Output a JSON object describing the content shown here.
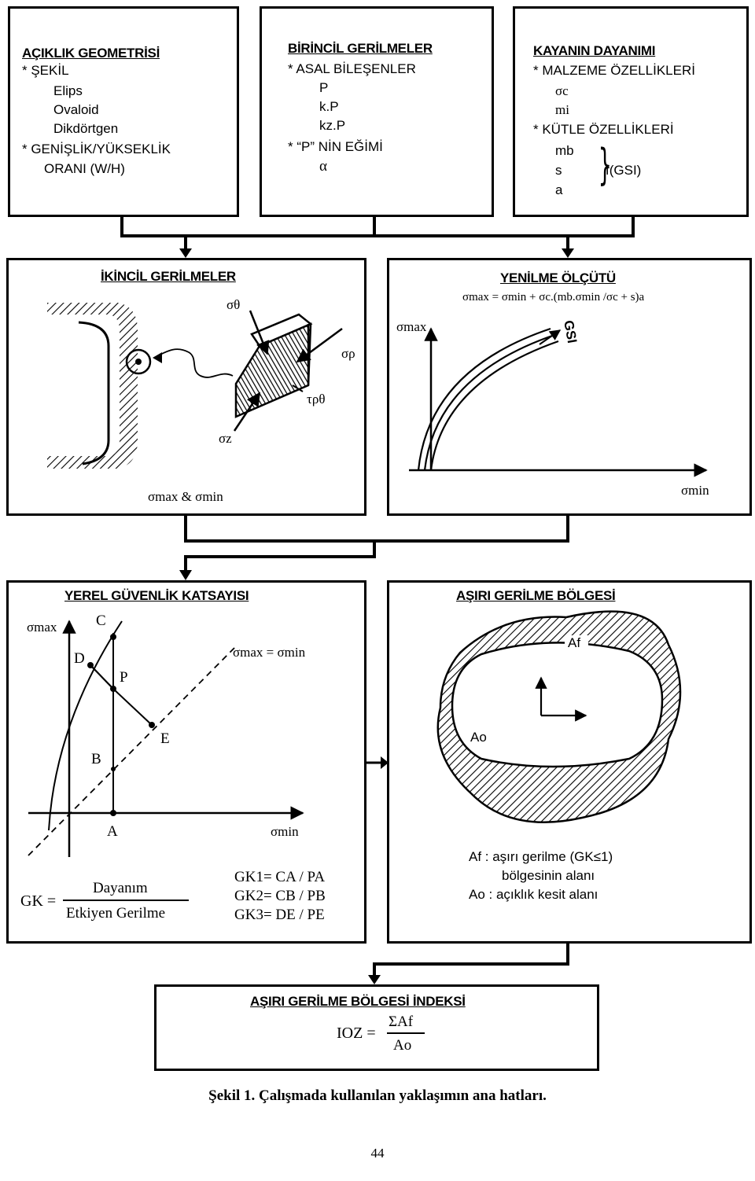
{
  "box1": {
    "heading": "AÇIKLIK GEOMETRİSİ",
    "items": [
      "* ŞEKİL",
      "Elips",
      "Ovaloid",
      "Dikdörtgen",
      "* GENİŞLİK/YÜKSEKLİK",
      "ORANI (W/H)"
    ]
  },
  "box2": {
    "heading": "BİRİNCİL GERİLMELER",
    "items": [
      "* ASAL BİLEŞENLER",
      "P",
      "k.P",
      "kz.P",
      "* “P” NİN EĞİMİ",
      "α"
    ]
  },
  "box3": {
    "heading": "KAYANIN DAYANIMI",
    "items": [
      "* MALZEME ÖZELLİKLERİ",
      "σc",
      "mi",
      "* KÜTLE ÖZELLİKLERİ",
      "mb",
      "s",
      "a"
    ],
    "gsi": "f(GSI)"
  },
  "box4": {
    "heading": "İKİNCİL GERİLMELER",
    "sigma_theta": "σθ",
    "sigma_rho": "σρ",
    "tau": "τρθ",
    "sigma_z": "σz",
    "footer": "σmax & σmin"
  },
  "box5": {
    "heading": "YENİLME ÖLÇÜTÜ",
    "formula": "σmax = σmin + σc.(mb.σmin /σc + s)a",
    "ylabel": "σmax",
    "xlabel": "σmin",
    "curve_label": "GSI"
  },
  "box6": {
    "heading": "YEREL GÜVENLİK KATSAYISI",
    "ylabel": "σmax",
    "xlabel": "σmin",
    "line_label": "σmax = σmin",
    "points": [
      "C",
      "D",
      "P",
      "E",
      "B",
      "A"
    ],
    "gk_lhs": "GK =",
    "gk_num": "Dayanım",
    "gk_den": "Etkiyen Gerilme",
    "gk_defs": [
      "GK1= CA / PA",
      "GK2= CB / PB",
      "GK3= DE / PE"
    ]
  },
  "box7": {
    "heading": "AŞIRI GERİLME BÖLGESİ",
    "af": "Af",
    "ao": "Ao",
    "legend": [
      "Af : aşırı gerilme (GK≤1)",
      "bölgesinin alanı",
      "Ao : açıklık kesit alanı"
    ]
  },
  "box8": {
    "heading": "AŞIRI GERİLME BÖLGESİ İNDEKSİ",
    "lhs": "IOZ =",
    "num": "ΣAf",
    "den": "Ao"
  },
  "caption": "Şekil 1. Çalışmada kullanılan yaklaşımın ana hatları.",
  "page_number": "44"
}
